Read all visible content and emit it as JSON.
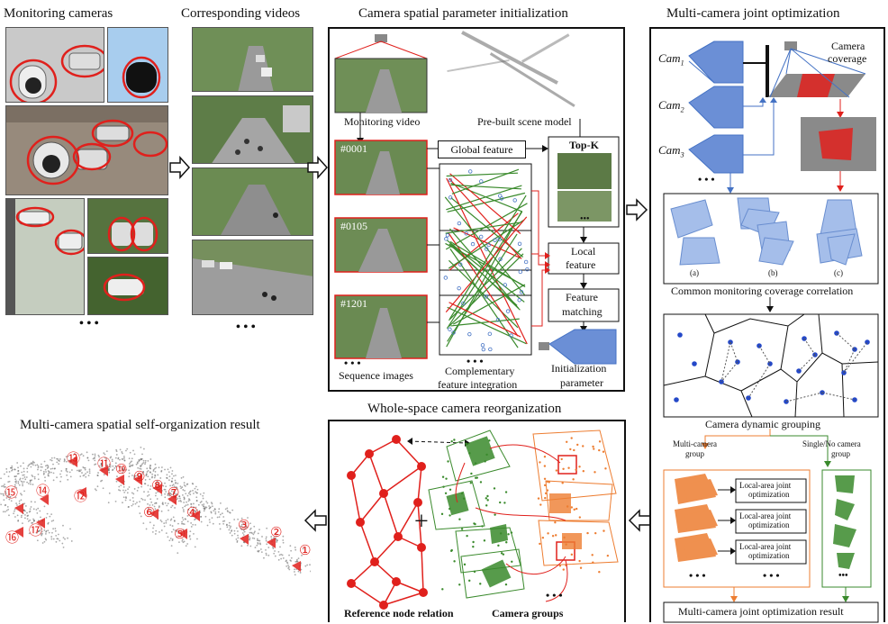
{
  "sections": {
    "monitoring_cameras": "Monitoring cameras",
    "corresponding_videos": "Corresponding videos",
    "spatial_init": "Camera spatial parameter initialization",
    "joint_opt": "Multi-camera joint optimization",
    "result": "Multi-camera spatial self-organization result",
    "reorg": "Whole-space camera reorganization"
  },
  "ellipsis": "• • •",
  "ellipsis_short": "•••",
  "init_panel": {
    "monitoring_video": "Monitoring video",
    "scene_model": "Pre-built scene model",
    "frame_ids": [
      "#0001",
      "#0105",
      "#1201"
    ],
    "global_feature": "Global feature",
    "top_k": "Top-K",
    "local_feature_1": "Local",
    "local_feature_2": "feature",
    "feature_matching_1": "Feature",
    "feature_matching_2": "matching",
    "sequence_images": "Sequence images",
    "complementary_1": "Complementary",
    "complementary_2": "feature integration",
    "init_param_1": "Initialization",
    "init_param_2": "parameter"
  },
  "joint_panel": {
    "cams": [
      "Cam",
      "Cam",
      "Cam"
    ],
    "cam_subs": [
      "1",
      "2",
      "3"
    ],
    "camera_coverage_1": "Camera",
    "camera_coverage_2": "coverage",
    "sub_a": "(a)",
    "sub_b": "(b)",
    "sub_c": "(c)",
    "common_coverage": "Common monitoring coverage correlation",
    "dynamic_grouping": "Camera dynamic grouping",
    "multi_group_1": "Multi-camera",
    "multi_group_2": "group",
    "single_group_1": "Single/No camera",
    "single_group_2": "group",
    "local_opt_1": "Local-area joint",
    "local_opt_2": "optimization",
    "joint_result": "Multi-camera joint optimization result"
  },
  "reorg_panel": {
    "plus": "+",
    "reference_node": "Reference node relation",
    "camera_groups": "Camera groups"
  },
  "result_labels": [
    "①",
    "②",
    "③",
    "④",
    "⑤",
    "⑥",
    "⑦",
    "⑧",
    "⑨",
    "⑩",
    "⑪",
    "⑫",
    "⑬",
    "⑭",
    "⑮",
    "⑯",
    "⑰"
  ],
  "colors": {
    "red": "#e0201c",
    "blue": "#4472c4",
    "blue_fill": "#6b8fd6",
    "green": "#3a8a2c",
    "orange": "#ed7d31",
    "gray": "#7f7f7f"
  }
}
